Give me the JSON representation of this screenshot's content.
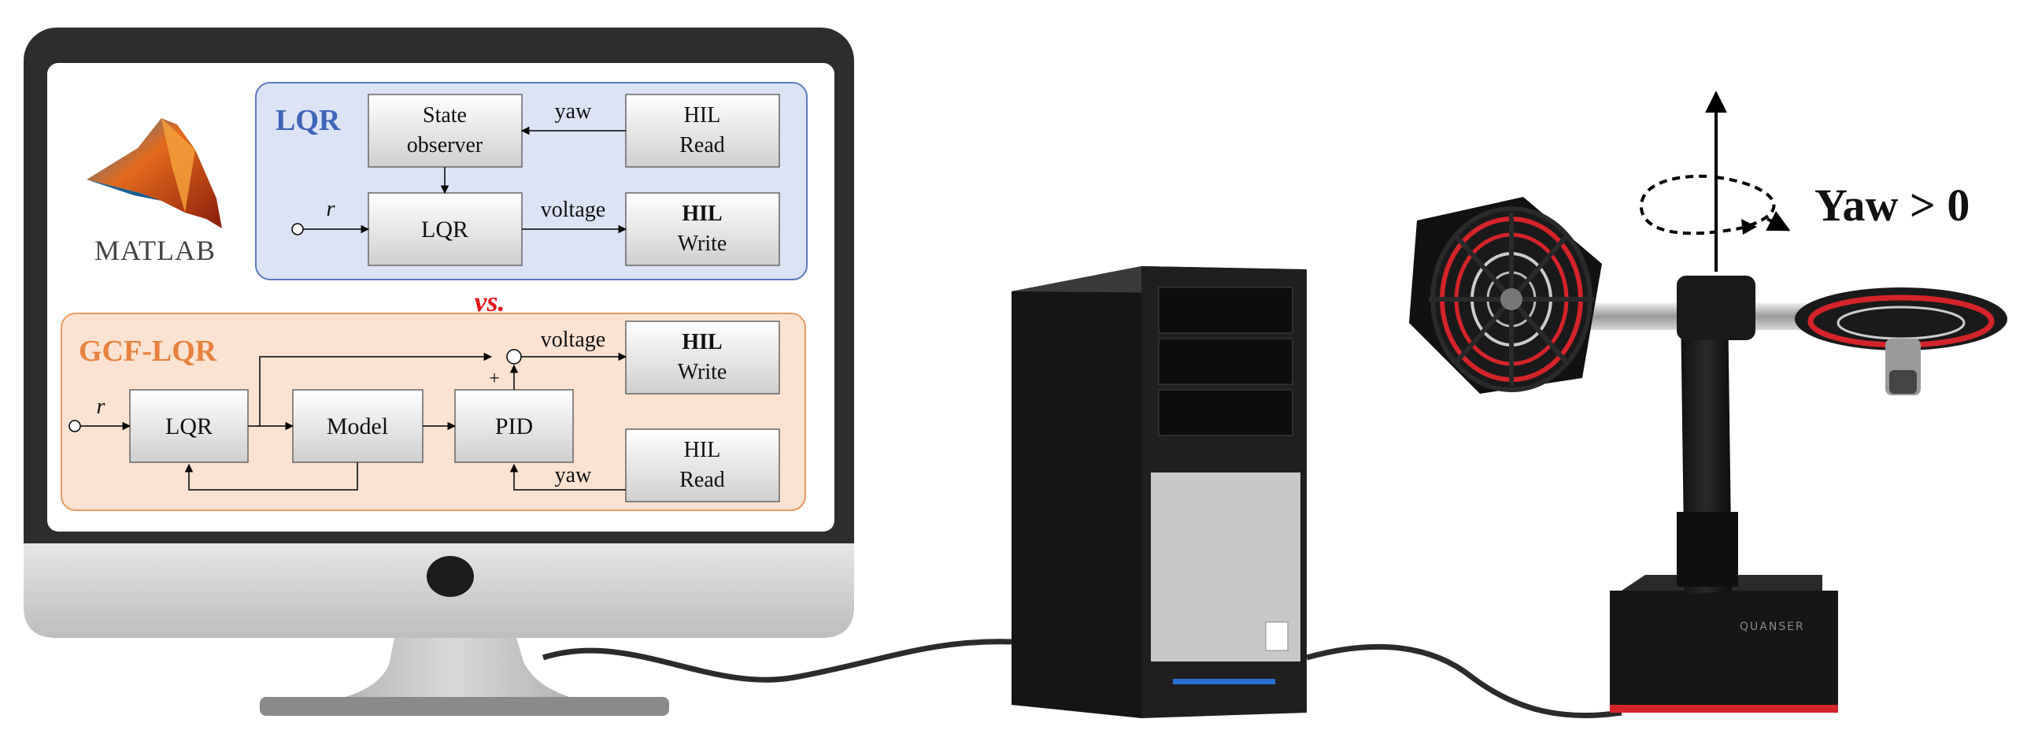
{
  "software": {
    "logo_text": "MATLAB"
  },
  "lqr_panel": {
    "title": "LQR",
    "blocks": {
      "state_observer": [
        "State",
        "observer"
      ],
      "hil_read": [
        "HIL",
        "Read"
      ],
      "lqr": [
        "LQR"
      ],
      "hil_write": [
        "HIL",
        "Write"
      ]
    },
    "signals": {
      "yaw": "yaw",
      "voltage": "voltage",
      "reference": "r"
    }
  },
  "versus_label": "vs.",
  "gcf_panel": {
    "title": "GCF-LQR",
    "blocks": {
      "lqr": [
        "LQR"
      ],
      "model": [
        "Model"
      ],
      "pid": [
        "PID"
      ],
      "hil_write": [
        "HIL",
        "Write"
      ],
      "hil_read": [
        "HIL",
        "Read"
      ]
    },
    "signals": {
      "voltage": "voltage",
      "yaw": "yaw",
      "reference": "r",
      "plus": "+"
    }
  },
  "rig": {
    "yaw_label": "Yaw > 0",
    "base_brand": "QUANSER"
  },
  "colors": {
    "lqr_panel_fill": "#dbe3f4",
    "lqr_panel_border": "#5b79bd",
    "lqr_title": "#3f64b8",
    "gcf_panel_fill": "#fbe2d1",
    "gcf_panel_border": "#e89a63",
    "gcf_title": "#e7823f",
    "versus": "#e1141c",
    "monitor_frame": "#2d2d2d",
    "rig_red": "#d4232a"
  }
}
